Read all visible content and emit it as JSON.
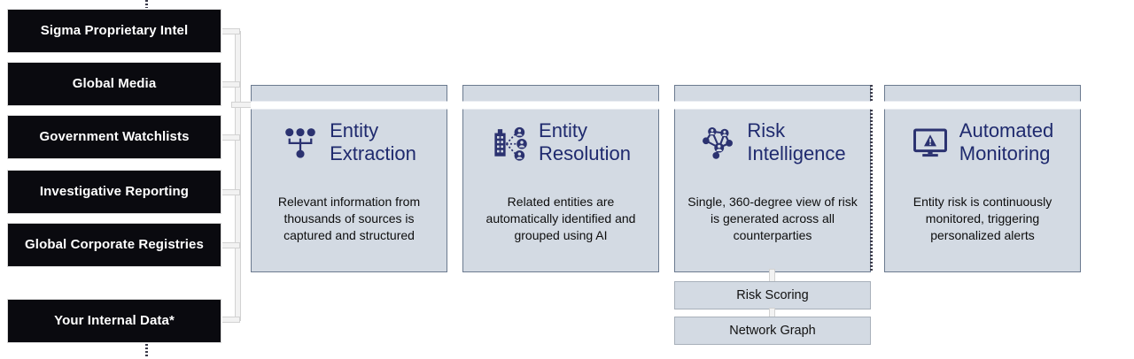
{
  "sources": {
    "items": [
      {
        "label": "Sigma Proprietary Intel"
      },
      {
        "label": "Global Media"
      },
      {
        "label": "Government Watchlists"
      },
      {
        "label": "Investigative Reporting"
      },
      {
        "label": "Global Corporate Registries"
      },
      {
        "label": "Your Internal  Data*"
      }
    ]
  },
  "stages": [
    {
      "icon": "hierarchy-icon",
      "title": "Entity\nExtraction",
      "description": "Relevant information from thousands of sources is captured and structured"
    },
    {
      "icon": "building-people-network-icon",
      "title": "Entity\nResolution",
      "description": "Related entities are automatically identified and grouped using AI"
    },
    {
      "icon": "network-graph-icon",
      "title": "Risk\nIntelligence",
      "description": "Single, 360-degree view of risk is generated across all counterparties"
    },
    {
      "icon": "monitor-alert-icon",
      "title": "Automated\nMonitoring",
      "description": "Entity risk is continuously monitored, triggering personalized alerts"
    }
  ],
  "sub_boxes": [
    {
      "label": "Risk Scoring"
    },
    {
      "label": "Network Graph"
    }
  ],
  "colors": {
    "source_box_fill": "#0a0a0f",
    "source_box_text": "#ffffff",
    "card_fill": "#d3dae3",
    "card_border": "#6b7a8f",
    "title_text": "#1f2a6e",
    "icon": "#2b3270",
    "body_text": "#0d0d0d",
    "connector": "#f2f2f2",
    "arrow": "#ffffff"
  }
}
